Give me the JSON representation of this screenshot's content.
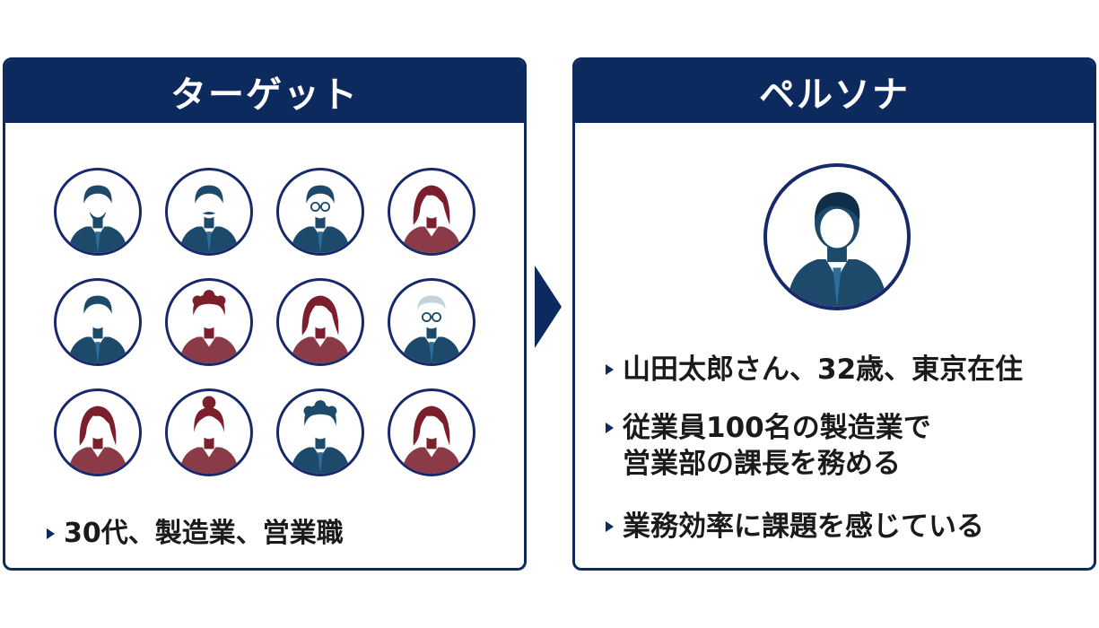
{
  "target_panel": {
    "title": "ターゲット",
    "bullet": "30代、製造業、営業職",
    "avatars": [
      "male-beard-icon",
      "male-mustache-icon",
      "male-glasses-icon",
      "female-bob-icon",
      "male-short-icon",
      "female-curly-icon",
      "female-medium-icon",
      "male-bald-glasses-icon",
      "female-ponytail-icon",
      "female-bun-icon",
      "male-curly-icon",
      "female-wavy-icon"
    ]
  },
  "persona_panel": {
    "title": "ペルソナ",
    "avatar": "persona-male-icon",
    "bullets": [
      [
        "山田太郎さん、32歳、東京在住"
      ],
      [
        "従業員100名の製造業で",
        "営業部の課長を務める"
      ],
      [
        "業務効率に課題を感じている"
      ]
    ]
  },
  "colors": {
    "navy": "#0d2a5e",
    "male_tone": "#1d4a6b",
    "female_tone": "#7a1f2b",
    "female_body": "#8b3a48"
  }
}
